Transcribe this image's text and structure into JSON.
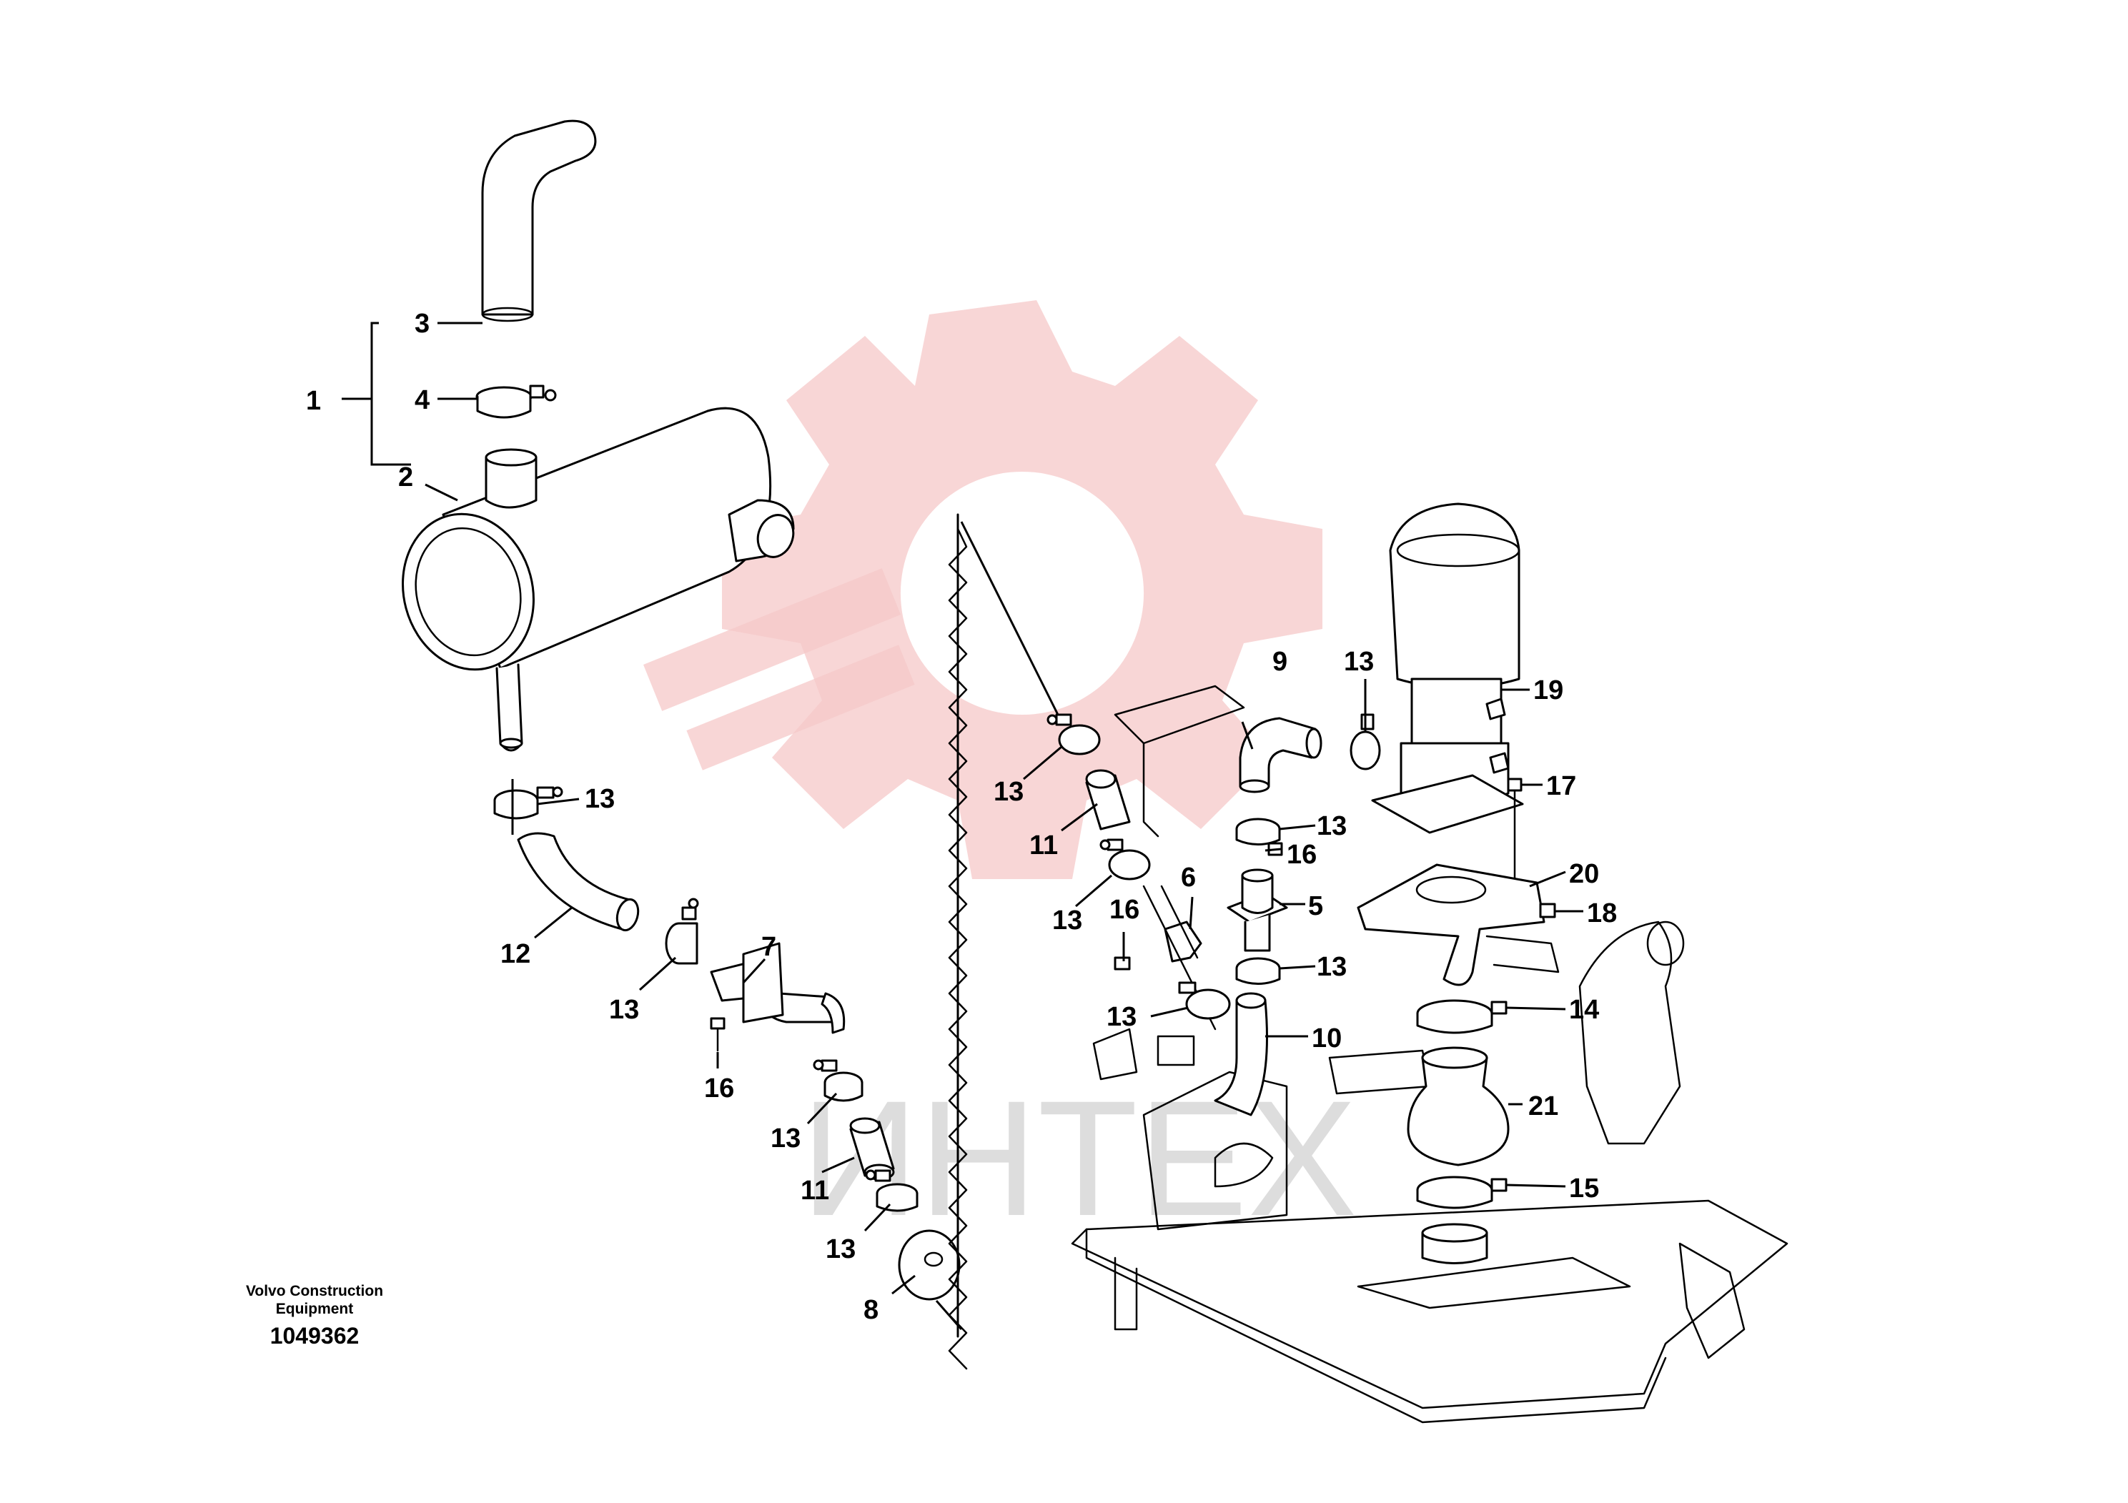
{
  "watermark": {
    "text": "ИНТЕХ",
    "gear_color": "#f5c8c8",
    "text_color": "#bdbdbd"
  },
  "publisher": {
    "line1": "Volvo Construction",
    "line2": "Equipment"
  },
  "figure_id": "1049362",
  "callouts": {
    "c1": "1",
    "c2": "2",
    "c3": "3",
    "c4": "4",
    "c13a": "13",
    "c12": "12",
    "c13b": "13",
    "c7": "7",
    "c16a": "16",
    "c13c": "13",
    "c11a": "11",
    "c13d": "13",
    "c8": "8",
    "c13e": "13",
    "c11b": "11",
    "c13f": "13",
    "c16b": "16",
    "c6": "6",
    "c13g": "13",
    "c9": "9",
    "c13h": "13",
    "c13i": "13",
    "c16c": "16",
    "c5": "5",
    "c13j": "13",
    "c10": "10",
    "c19": "19",
    "c17": "17",
    "c20": "20",
    "c18": "18",
    "c14": "14",
    "c21": "21",
    "c15": "15"
  }
}
